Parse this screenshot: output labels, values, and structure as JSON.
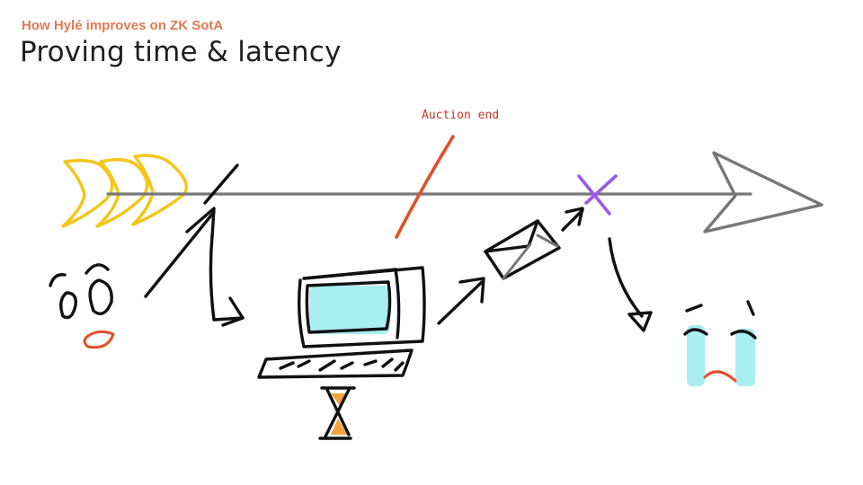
{
  "slide": {
    "subtitle": "How Hylé improves on ZK SotA",
    "title": "Proving time & latency"
  },
  "diagram": {
    "auction_label": "Auction end"
  },
  "colors": {
    "timeline": "#777777",
    "feathers": "#f5c518",
    "auction_marker": "#e0502a",
    "missed_marker": "#9b59e6",
    "screen": "#a8eef2",
    "sand": "#f2a33a",
    "tears": "#a8eef2",
    "mouth": "#e0502a",
    "ink": "#111111"
  }
}
